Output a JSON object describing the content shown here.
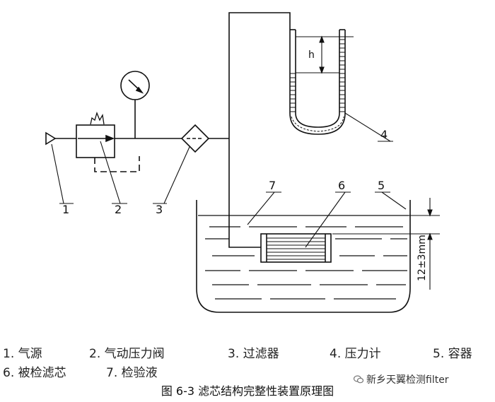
{
  "labels": {
    "l1": "1",
    "l2": "2",
    "l3": "3",
    "l4": "4",
    "l5": "5",
    "l6": "6",
    "l7": "7",
    "h": "h",
    "dim": "12±3mm"
  },
  "legend": {
    "row1": [
      "1. 气源",
      "2. 气动压力阀",
      "3. 过滤器",
      "4. 压力计",
      "5. 容器"
    ],
    "row2": [
      "6. 被检滤芯",
      "7. 检验液"
    ]
  },
  "caption": "图 6-3  滤芯结构完整性装置原理图",
  "watermark": "新乡天翼检测filter"
}
